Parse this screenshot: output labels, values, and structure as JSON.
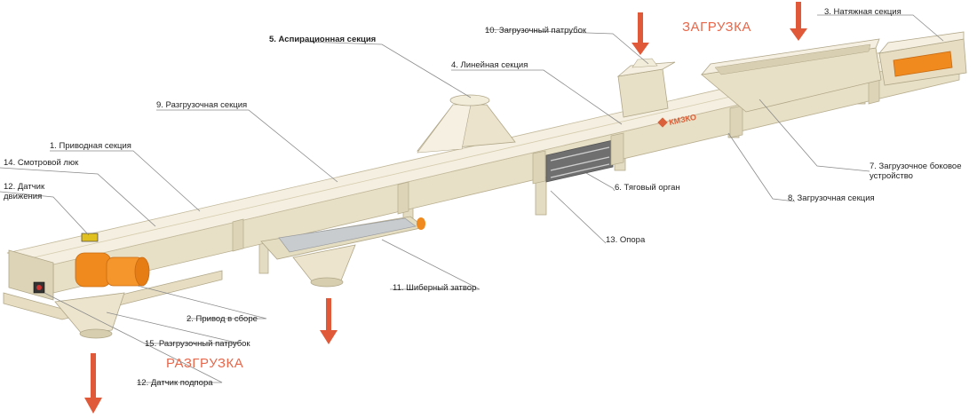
{
  "colors": {
    "body": "#ece4cc",
    "body_dark": "#d8cfb2",
    "body_light": "#f6f1e2",
    "motor": "#f08a1e",
    "arrow": "#e05a3a",
    "accent_text": "#e8674a",
    "logo": "#d9603a"
  },
  "logo": {
    "text": "КМЗКО"
  },
  "annotations": {
    "loading": "ЗАГРУЗКА",
    "unloading": "РАЗГРУЗКА"
  },
  "labels": {
    "drive_section": "1. Приводная секция",
    "drive_assembly": "2. Привод в сборе",
    "tension_section": "3. Натяжная секция",
    "linear_section": "4. Линейная секция",
    "aspiration_section": "5. Аспирационная секция",
    "traction_member": "6. Тяговый орган",
    "side_loader_line1": "7. Загрузочное боковое",
    "side_loader_line2": "устройство",
    "loading_section": "8. Загрузочная секция",
    "unloading_section": "9. Разгрузочная секция",
    "loading_nozzle": "10. Загрузочный патрубок",
    "gate_valve": "11. Шиберный затвор",
    "motion_sensor_line1": "12. Датчик",
    "motion_sensor_line2": "движения",
    "backup_sensor": "12. Датчик подпора",
    "support": "13. Опора",
    "inspection_hatch": "14.  Смотровой люк",
    "unloading_nozzle": "15. Разгрузочный патрубок"
  }
}
